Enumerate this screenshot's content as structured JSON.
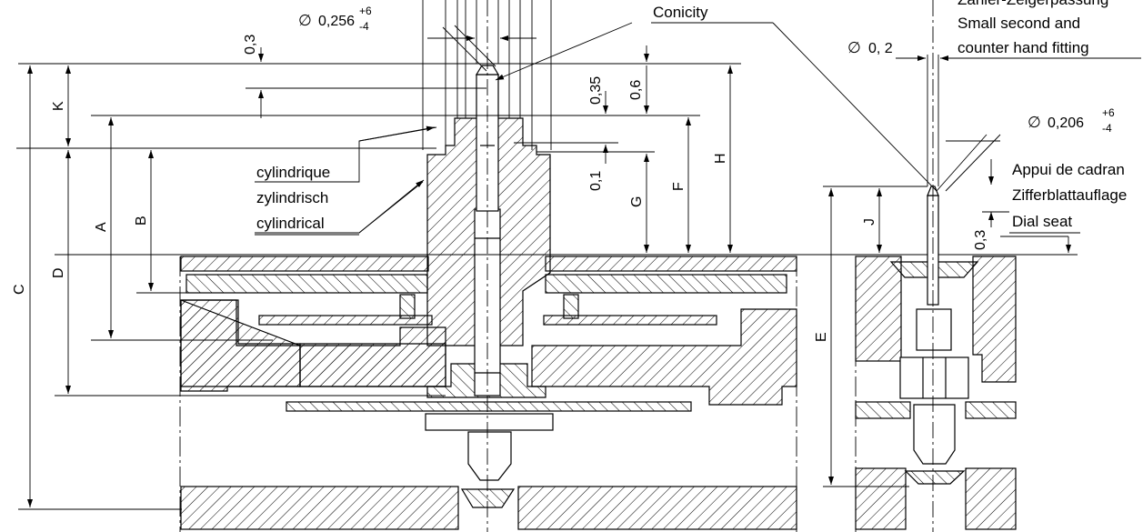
{
  "labels": {
    "conicity": "Conicity",
    "cyl_fr": "cylindrique",
    "cyl_de": "zylindrisch",
    "cyl_en": "cylindrical",
    "small_second_top": "Zähler-Zeigerpassung",
    "small_second_1": "Small second and",
    "small_second_2": "counter hand fitting",
    "dial_fr": "Appui de cadran",
    "dial_de": "Zifferblattauflage",
    "dial_en": "Dial seat"
  },
  "dimensions": {
    "d_0_3_top": "0,3",
    "dia_0_256": "0,256",
    "dia_0_256_tol_up": "+6",
    "dia_0_256_tol_down": "-4",
    "d_0_35": "0,35",
    "d_0_6": "0,6",
    "d_0_1": "0,1",
    "dia_0_2": "0, 2",
    "dia_0_206": "0,206",
    "dia_0_206_tol_up": "+6",
    "dia_0_206_tol_down": "-4",
    "d_0_3_right": "0,3",
    "K": "K",
    "A": "A",
    "B": "B",
    "C": "C",
    "D": "D",
    "E": "E",
    "F": "F",
    "G": "G",
    "H": "H",
    "J": "J"
  },
  "symbols": {
    "diameter": "∅"
  }
}
